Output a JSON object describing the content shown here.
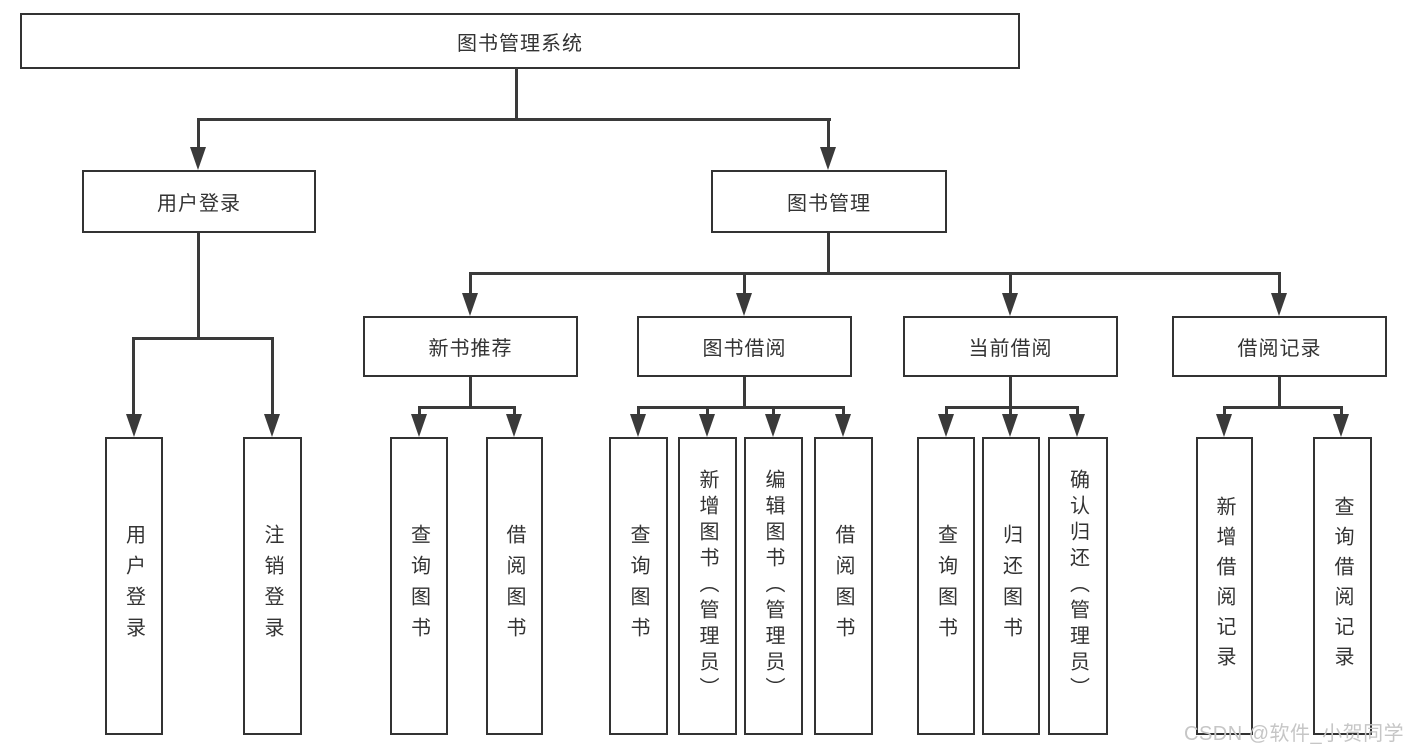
{
  "tree": {
    "label": "图书管理系统",
    "children": [
      {
        "label": "用户登录",
        "children": [
          {
            "label": "用户登录"
          },
          {
            "label": "注销登录"
          }
        ]
      },
      {
        "label": "图书管理",
        "children": [
          {
            "label": "新书推荐",
            "children": [
              {
                "label": "查询图书"
              },
              {
                "label": "借阅图书"
              }
            ]
          },
          {
            "label": "图书借阅",
            "children": [
              {
                "label": "查询图书"
              },
              {
                "label": "新增图书（管理员）"
              },
              {
                "label": "编辑图书（管理员）"
              },
              {
                "label": "借阅图书"
              }
            ]
          },
          {
            "label": "当前借阅",
            "children": [
              {
                "label": "查询图书"
              },
              {
                "label": "归还图书"
              },
              {
                "label": "确认归还（管理员）"
              }
            ]
          },
          {
            "label": "借阅记录",
            "children": [
              {
                "label": "新增借阅记录"
              },
              {
                "label": "查询借阅记录"
              }
            ]
          }
        ]
      }
    ]
  },
  "watermark": {
    "text": "CSDN @软件_小贺同学"
  },
  "colors": {
    "line": "#3a3a3a",
    "box_border": "#333333",
    "text": "#333333",
    "background": "#ffffff",
    "watermark": "#c6c6c6"
  }
}
